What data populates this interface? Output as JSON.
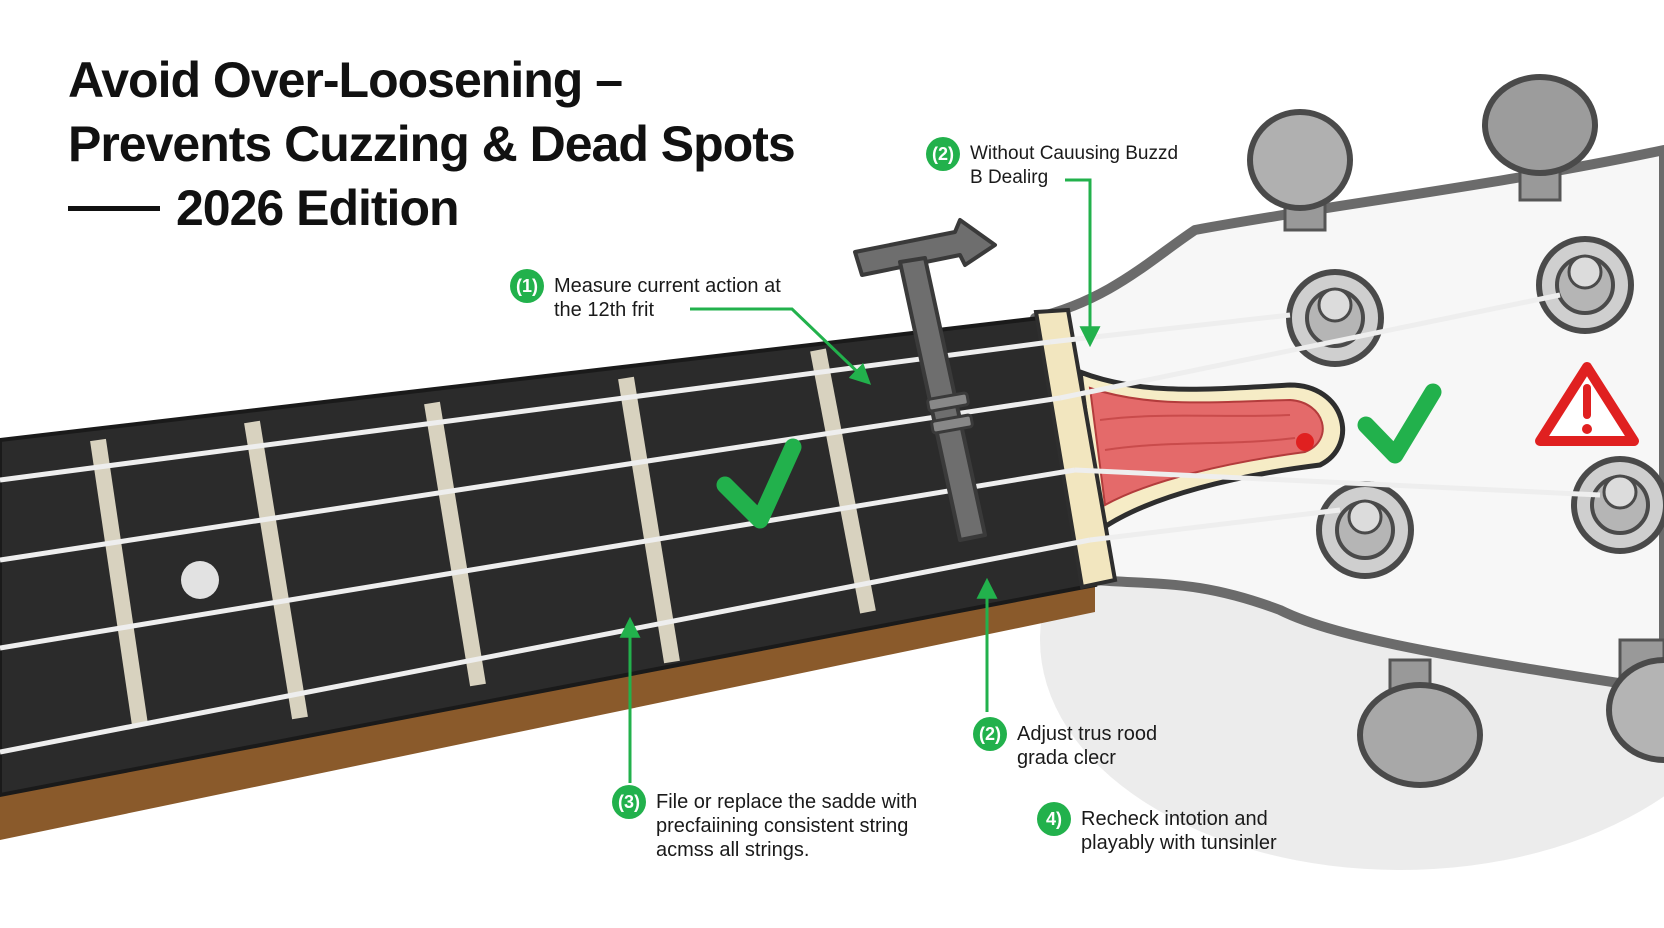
{
  "title": {
    "line1": "Avoid Over-Loosening –",
    "line2": "Prevents Cuzzing & Dead Spots",
    "edition": "2026 Edition"
  },
  "callouts": {
    "measure": {
      "number": "(1)",
      "line1": "Measure current action at",
      "line2": "the 12th frit"
    },
    "without": {
      "number": "(2)",
      "line1": "Without Cauusing Buzzd",
      "line2": "B Dealirg"
    },
    "adjust": {
      "number": "(2)",
      "line1": "Adjust trus rood",
      "line2": "grada clecr"
    },
    "file": {
      "number": "(3)",
      "line1": "File or replace the sadde with",
      "line2": "precfaiining consistent string",
      "line3": "acmss all strings."
    },
    "recheck": {
      "number": "4)",
      "line1": "Recheck intotion and",
      "line2": "playably with tunsinler"
    }
  },
  "colors": {
    "accent_green": "#22b14c",
    "warning_red": "#e02020",
    "fretboard": "#2b2b2b",
    "nut": "#f2e6bf",
    "saddle_red": "#e46a6a"
  },
  "icons": [
    "truss-rod-wrench-icon",
    "checkmark-icon",
    "warning-icon",
    "tuning-peg-icon"
  ]
}
